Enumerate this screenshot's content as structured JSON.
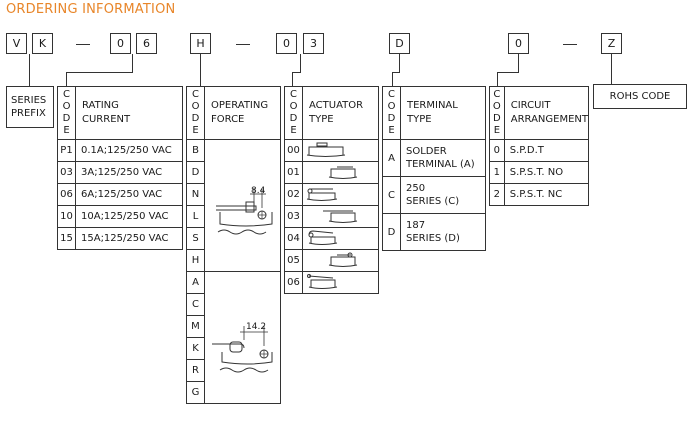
{
  "title": "ORDERING INFORMATION",
  "part_boxes": [
    "V",
    "K",
    "0",
    "6",
    "H",
    "0",
    "3",
    "D",
    "0",
    "Z"
  ],
  "series": {
    "label_line1": "SERIES",
    "label_line2": "PREFIX"
  },
  "code_vertical": [
    "C",
    "O",
    "D",
    "E"
  ],
  "rating": {
    "header_line1": "RATING",
    "header_line2": "CURRENT",
    "rows": [
      {
        "code": "P1",
        "value": "0.1A;125/250 VAC"
      },
      {
        "code": "03",
        "value": "3A;125/250  VAC"
      },
      {
        "code": "06",
        "value": "6A;125/250 VAC"
      },
      {
        "code": "10",
        "value": "10A;125/250 VAC"
      },
      {
        "code": "15",
        "value": "15A;125/250 VAC"
      }
    ]
  },
  "force": {
    "header_line1": "OPERATING",
    "header_line2": "FORCE",
    "codes": [
      "B",
      "D",
      "N",
      "L",
      "S",
      "H",
      "A",
      "C",
      "M",
      "K",
      "R",
      "G"
    ],
    "dim_top": "8.4",
    "dim_bottom": "14.2"
  },
  "actuator": {
    "header_line1": "ACTUATOR",
    "header_line2": "TYPE",
    "codes": [
      "00",
      "01",
      "02",
      "03",
      "04",
      "05",
      "06"
    ]
  },
  "terminal": {
    "header_line1": "TERMINAL",
    "header_line2": "TYPE",
    "rows": [
      {
        "code": "A",
        "line1": "SOLDER",
        "line2": "TERMINAL (A)"
      },
      {
        "code": "C",
        "line1": "250",
        "line2": "SERIES (C)"
      },
      {
        "code": "D",
        "line1": "187",
        "line2": "SERIES (D)"
      }
    ]
  },
  "circuit": {
    "header_line1": "CIRCUIT",
    "header_line2": "ARRANGEMENT",
    "rows": [
      {
        "code": "0",
        "value": "S.P.D.T"
      },
      {
        "code": "1",
        "value": "S.P.S.T. NO"
      },
      {
        "code": "2",
        "value": "S.P.S.T. NC"
      }
    ]
  },
  "rohs": {
    "label": "ROHS CODE"
  }
}
